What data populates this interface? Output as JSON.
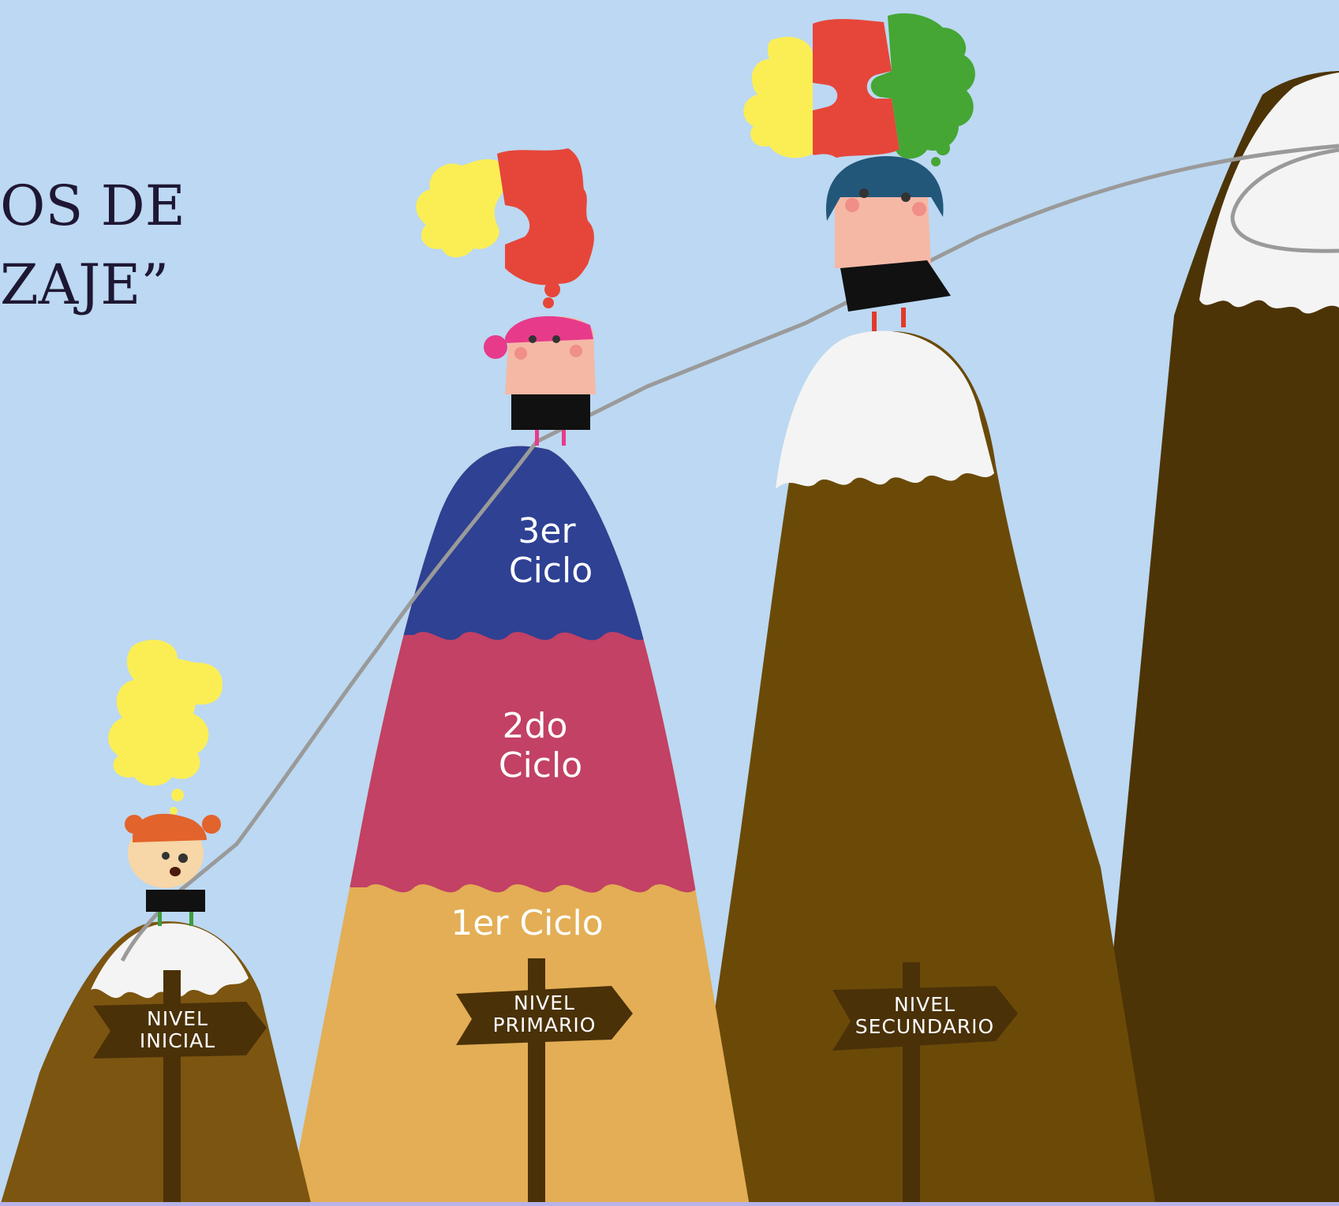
{
  "title": {
    "line1": "OS DE",
    "line2": "ZAJE”"
  },
  "mountains": [
    {
      "sign": [
        "NIVEL",
        "INICIAL"
      ]
    },
    {
      "sign": [
        "NIVEL",
        "PRIMARIO"
      ],
      "cycles": [
        [
          "3er",
          "Ciclo"
        ],
        [
          "2do",
          "Ciclo"
        ],
        [
          "1er Ciclo"
        ]
      ]
    },
    {
      "sign": [
        "NIVEL",
        "SECUNDARIO"
      ]
    }
  ],
  "colors": {
    "sky": "#bcd8f2",
    "mountain_brown": "#6b4a08",
    "mountain_dark": "#4d3406",
    "primary_base": "#e3ae55",
    "cycle2": "#c24164",
    "cycle3": "#2e4193",
    "snow": "#f4f4f4",
    "sign": "#4a3108",
    "puzzle_yellow": "#fbee55",
    "puzzle_red": "#e64639",
    "puzzle_green": "#45a634",
    "bottom_bar": "#b8b2ea"
  }
}
